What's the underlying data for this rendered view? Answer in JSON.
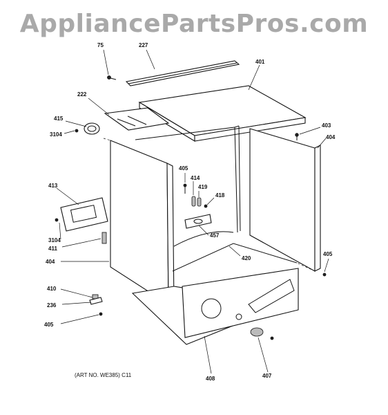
{
  "watermark": "AppliancePartsPros.com",
  "art_caption": "(ART NO. WE385) C11",
  "part_labels": {
    "p75": "75",
    "p227": "227",
    "p401": "401",
    "p222": "222",
    "p415": "415",
    "p3104a": "3104",
    "p403": "403",
    "p404a": "404",
    "p405a": "405",
    "p414": "414",
    "p419": "419",
    "p418": "418",
    "p413": "413",
    "p3104b": "3104",
    "p411": "411",
    "p457": "457",
    "p420": "420",
    "p404b": "404",
    "p405b": "405",
    "p410": "410",
    "p236": "236",
    "p405c": "405",
    "p408": "408",
    "p407": "407"
  }
}
